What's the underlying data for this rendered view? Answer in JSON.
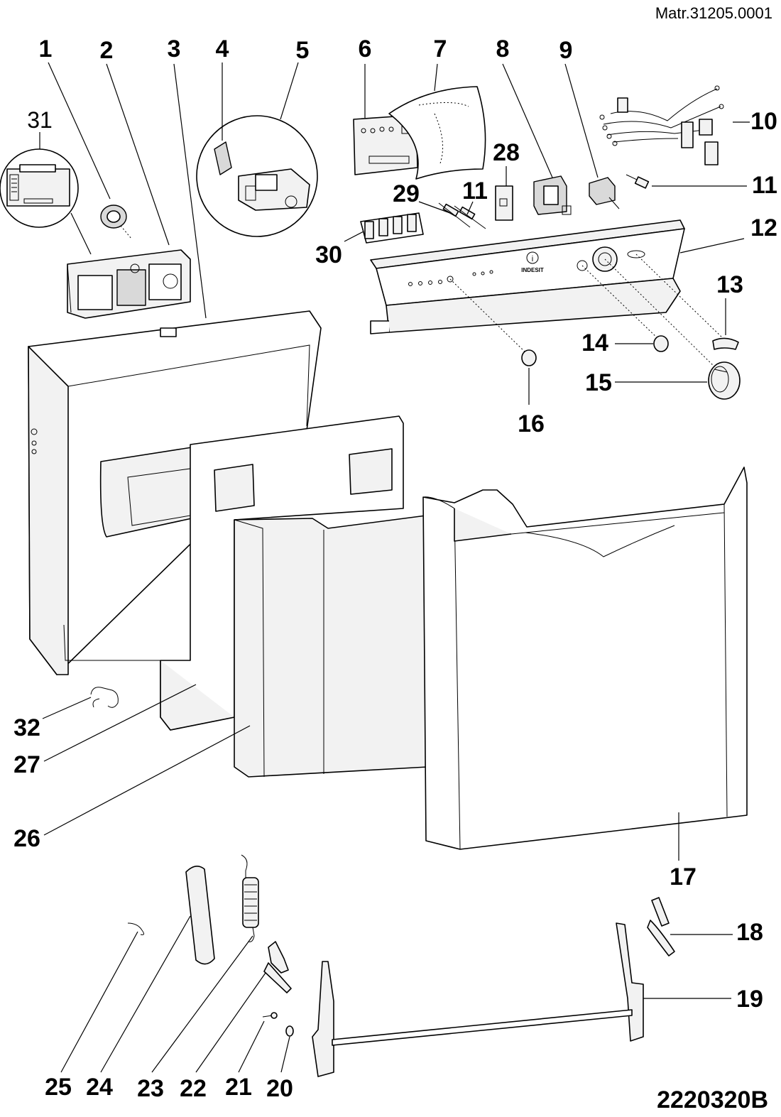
{
  "header": {
    "matr": "Matr.31205.0001"
  },
  "footer": {
    "drawing_code": "2220320B"
  },
  "panel": {
    "brand_text": "INDESIT",
    "brand_mark": "i"
  },
  "callouts": {
    "c1": "1",
    "c2": "2",
    "c3": "3",
    "c4": "4",
    "c5": "5",
    "c6": "6",
    "c7": "7",
    "c8": "8",
    "c9": "9",
    "c10": "10",
    "c11a": "11",
    "c11b": "11",
    "c12": "12",
    "c13": "13",
    "c14": "14",
    "c15": "15",
    "c16": "16",
    "c17": "17",
    "c18": "18",
    "c19": "19",
    "c20": "20",
    "c21": "21",
    "c22": "22",
    "c23": "23",
    "c24": "24",
    "c25": "25",
    "c26": "26",
    "c27": "27",
    "c28": "28",
    "c29": "29",
    "c30": "30",
    "c31": "31",
    "c32": "32"
  }
}
